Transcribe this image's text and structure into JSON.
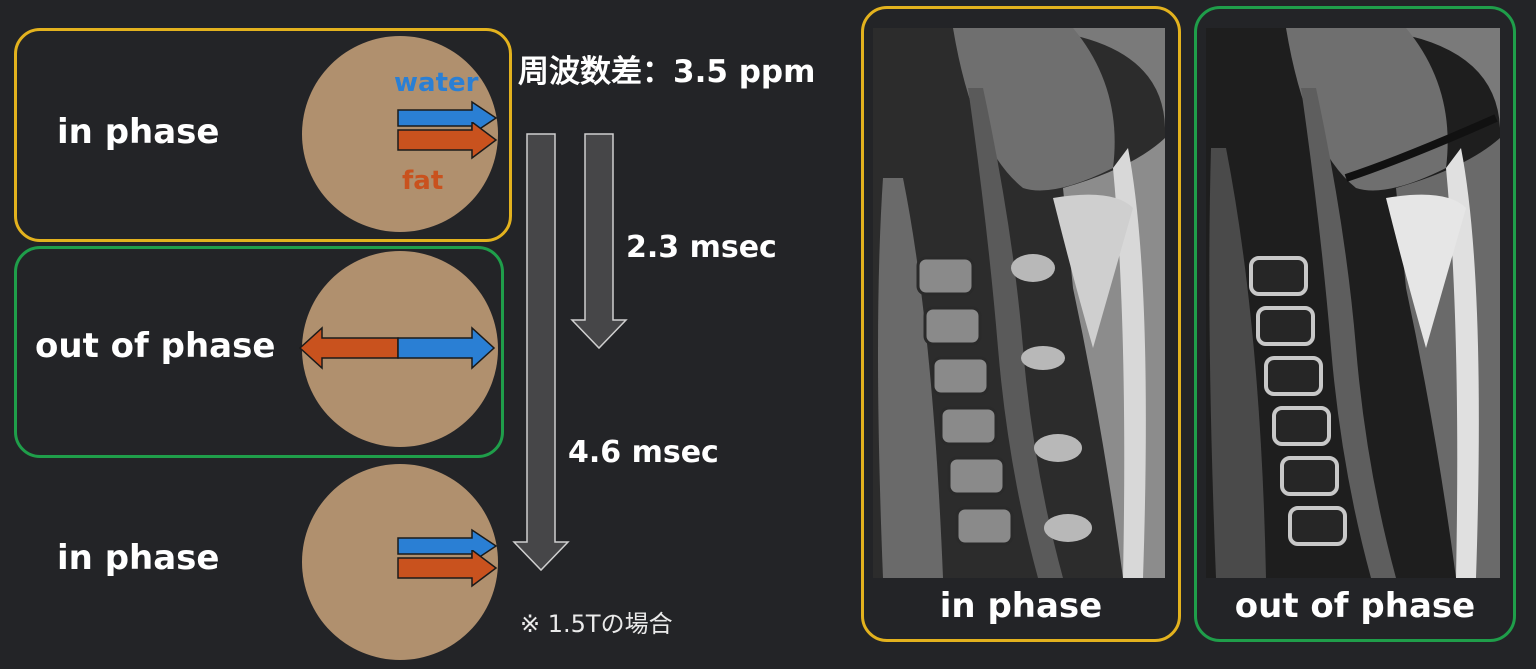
{
  "title": "周波数差：3.5 ppm",
  "colors": {
    "background": "#232427",
    "in_phase_border": "#e3b21e",
    "out_of_phase_border": "#1f9e4a",
    "circle": "#b0906e",
    "water": "#2a7fd4",
    "fat": "#c9521e",
    "time_arrow": "#464648"
  },
  "diagram": {
    "rows": [
      {
        "label": "in phase",
        "water_label": "water",
        "fat_label": "fat",
        "state": "aligned"
      },
      {
        "label": "out of phase",
        "state": "opposed"
      },
      {
        "label": "in phase",
        "state": "aligned"
      }
    ],
    "timing": [
      {
        "label": "2.3 msec",
        "target": "out of phase"
      },
      {
        "label": "4.6 msec",
        "target": "in phase"
      }
    ],
    "note": "※ 1.5Tの場合"
  },
  "images": [
    {
      "caption": "in phase",
      "description": "sagittal T1 cervical spine MRI, in phase"
    },
    {
      "caption": "out of phase",
      "description": "sagittal T1 cervical spine MRI, out of phase"
    }
  ]
}
